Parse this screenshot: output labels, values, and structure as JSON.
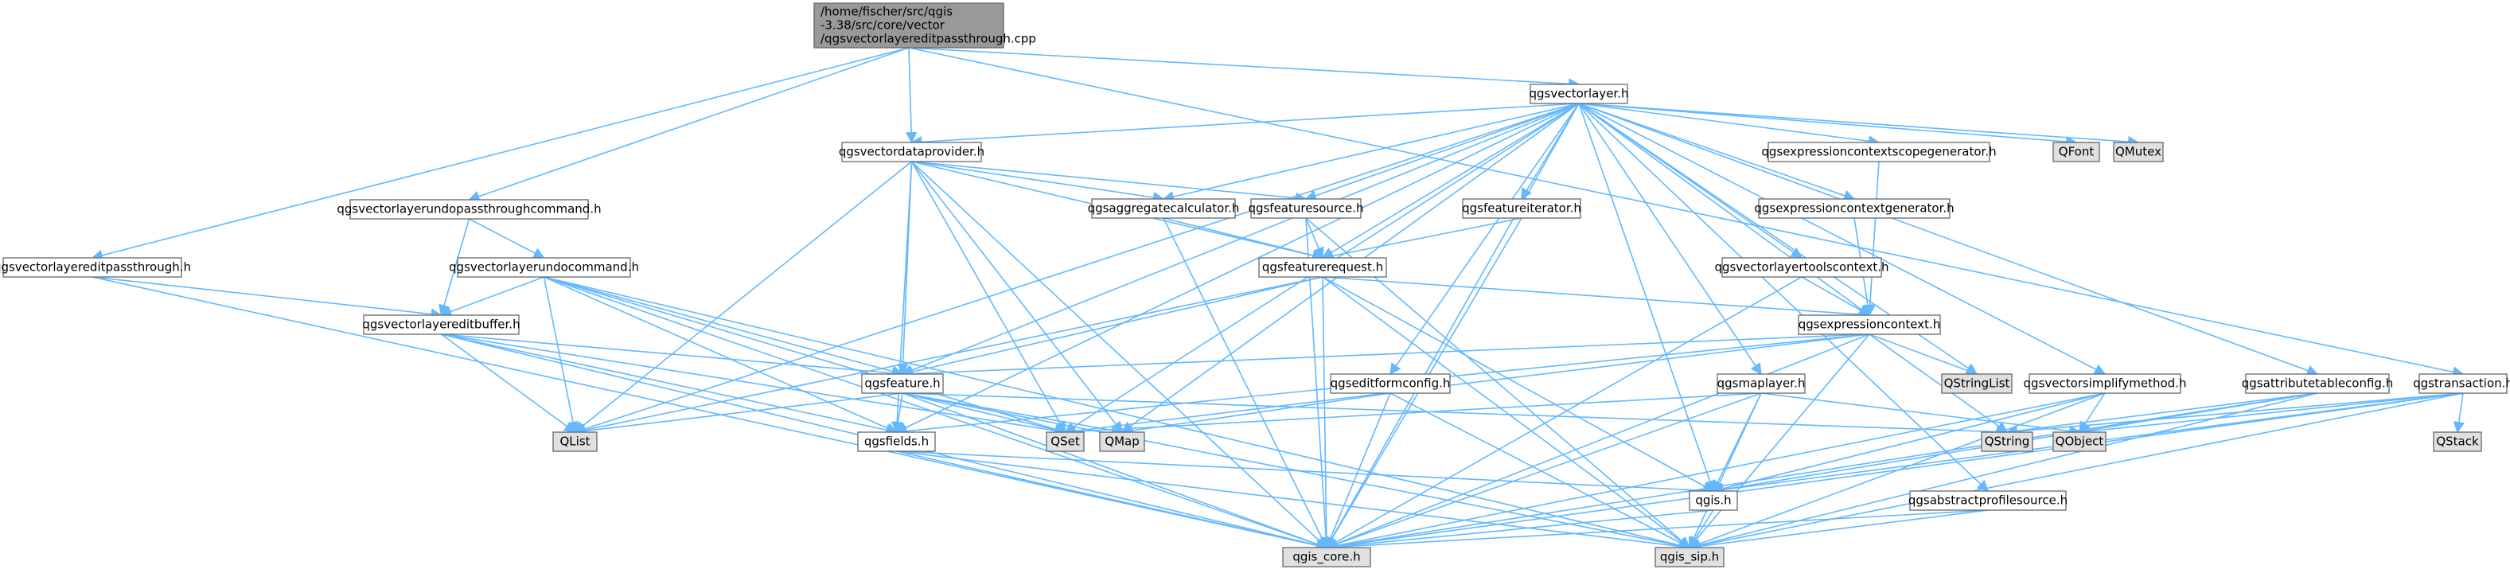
{
  "graph": {
    "colors": {
      "edge": "#63b8ff",
      "node_fill_default": "#ffffff",
      "node_fill_focus": "#999999",
      "node_fill_external": "#e0e0e0",
      "node_border_default": "#666666",
      "node_border_incomplete": "#ff0000",
      "node_border_external": "#999999"
    },
    "nodes": [
      {
        "id": "root",
        "lines": [
          "/home/fischer/src/qgis",
          "-3.38/src/core/vector",
          "/qgsvectorlayereditpassthrough.cpp"
        ],
        "style": "focus"
      },
      {
        "id": "vectorlayer",
        "lines": [
          "qgsvectorlayer.h"
        ],
        "style": "default"
      },
      {
        "id": "passthrough",
        "lines": [
          "qgsvectorlayereditpassthrough.h"
        ],
        "style": "default"
      },
      {
        "id": "undopass",
        "lines": [
          "qgsvectorlayerundopassthroughcommand.h"
        ],
        "style": "default"
      },
      {
        "id": "dataprovider",
        "lines": [
          "qgsvectordataprovider.h"
        ],
        "style": "incomplete"
      },
      {
        "id": "undocmd",
        "lines": [
          "qgsvectorlayerundocommand.h"
        ],
        "style": "incomplete"
      },
      {
        "id": "editbuffer",
        "lines": [
          "qgsvectorlayereditbuffer.h"
        ],
        "style": "incomplete"
      },
      {
        "id": "aggcalc",
        "lines": [
          "qgsaggregatecalculator.h"
        ],
        "style": "incomplete"
      },
      {
        "id": "featsource",
        "lines": [
          "qgsfeaturesource.h"
        ],
        "style": "default"
      },
      {
        "id": "featiter",
        "lines": [
          "qgsfeatureiterator.h"
        ],
        "style": "incomplete"
      },
      {
        "id": "exprscope",
        "lines": [
          "qgsexpressioncontextscopegenerator.h"
        ],
        "style": "default"
      },
      {
        "id": "exprgen",
        "lines": [
          "qgsexpressioncontextgenerator.h"
        ],
        "style": "default"
      },
      {
        "id": "qfont",
        "lines": [
          "QFont"
        ],
        "style": "external"
      },
      {
        "id": "qmutex",
        "lines": [
          "QMutex"
        ],
        "style": "external"
      },
      {
        "id": "featreq",
        "lines": [
          "qgsfeaturerequest.h"
        ],
        "style": "incomplete"
      },
      {
        "id": "vltools",
        "lines": [
          "qgsvectorlayertoolscontext.h"
        ],
        "style": "incomplete"
      },
      {
        "id": "exprctx",
        "lines": [
          "qgsexpressioncontext.h"
        ],
        "style": "incomplete"
      },
      {
        "id": "transaction",
        "lines": [
          "qgstransaction.h"
        ],
        "style": "default"
      },
      {
        "id": "feature",
        "lines": [
          "qgsfeature.h"
        ],
        "style": "incomplete"
      },
      {
        "id": "editform",
        "lines": [
          "qgseditformconfig.h"
        ],
        "style": "incomplete"
      },
      {
        "id": "maplayer",
        "lines": [
          "qgsmaplayer.h"
        ],
        "style": "incomplete"
      },
      {
        "id": "qstringlist",
        "lines": [
          "QStringList"
        ],
        "style": "external"
      },
      {
        "id": "simplify",
        "lines": [
          "qgsvectorsimplifymethod.h"
        ],
        "style": "incomplete"
      },
      {
        "id": "attrtable",
        "lines": [
          "qgsattributetableconfig.h"
        ],
        "style": "incomplete"
      },
      {
        "id": "qlist",
        "lines": [
          "QList"
        ],
        "style": "external"
      },
      {
        "id": "fields",
        "lines": [
          "qgsfields.h"
        ],
        "style": "incomplete"
      },
      {
        "id": "qset",
        "lines": [
          "QSet"
        ],
        "style": "external"
      },
      {
        "id": "qmap",
        "lines": [
          "QMap"
        ],
        "style": "external"
      },
      {
        "id": "qstring",
        "lines": [
          "QString"
        ],
        "style": "external"
      },
      {
        "id": "qobject",
        "lines": [
          "QObject"
        ],
        "style": "external"
      },
      {
        "id": "qstack",
        "lines": [
          "QStack"
        ],
        "style": "external"
      },
      {
        "id": "qgis",
        "lines": [
          "qgis.h"
        ],
        "style": "incomplete"
      },
      {
        "id": "absprofile",
        "lines": [
          "qgsabstractprofilesource.h"
        ],
        "style": "default"
      },
      {
        "id": "core",
        "lines": [
          "qgis_core.h"
        ],
        "style": "external"
      },
      {
        "id": "sip",
        "lines": [
          "qgis_sip.h"
        ],
        "style": "external"
      }
    ],
    "edges": [
      [
        "root",
        "vectorlayer"
      ],
      [
        "root",
        "passthrough"
      ],
      [
        "root",
        "undopass"
      ],
      [
        "root",
        "dataprovider"
      ],
      [
        "root",
        "transaction"
      ],
      [
        "passthrough",
        "editbuffer"
      ],
      [
        "passthrough",
        "core"
      ],
      [
        "undopass",
        "undocmd"
      ],
      [
        "undopass",
        "editbuffer"
      ],
      [
        "undocmd",
        "editbuffer"
      ],
      [
        "undocmd",
        "feature"
      ],
      [
        "undocmd",
        "fields"
      ],
      [
        "undocmd",
        "qlist"
      ],
      [
        "undocmd",
        "qset"
      ],
      [
        "undocmd",
        "core"
      ],
      [
        "undocmd",
        "sip"
      ],
      [
        "editbuffer",
        "feature"
      ],
      [
        "editbuffer",
        "fields"
      ],
      [
        "editbuffer",
        "qlist"
      ],
      [
        "editbuffer",
        "qset"
      ],
      [
        "editbuffer",
        "core"
      ],
      [
        "vectorlayer",
        "dataprovider"
      ],
      [
        "vectorlayer",
        "aggcalc"
      ],
      [
        "vectorlayer",
        "featsource"
      ],
      [
        "vectorlayer",
        "featiter"
      ],
      [
        "vectorlayer",
        "exprscope"
      ],
      [
        "vectorlayer",
        "exprgen"
      ],
      [
        "vectorlayer",
        "qfont"
      ],
      [
        "vectorlayer",
        "qmutex"
      ],
      [
        "vectorlayer",
        "featreq"
      ],
      [
        "vectorlayer",
        "vltools"
      ],
      [
        "vectorlayer",
        "exprctx"
      ],
      [
        "vectorlayer",
        "feature"
      ],
      [
        "vectorlayer",
        "editform"
      ],
      [
        "vectorlayer",
        "maplayer"
      ],
      [
        "vectorlayer",
        "qstringlist"
      ],
      [
        "vectorlayer",
        "simplify"
      ],
      [
        "vectorlayer",
        "attrtable"
      ],
      [
        "vectorlayer",
        "qlist"
      ],
      [
        "vectorlayer",
        "fields"
      ],
      [
        "vectorlayer",
        "qset"
      ],
      [
        "vectorlayer",
        "qmap"
      ],
      [
        "vectorlayer",
        "qgis"
      ],
      [
        "vectorlayer",
        "absprofile"
      ],
      [
        "vectorlayer",
        "core"
      ],
      [
        "dataprovider",
        "aggcalc"
      ],
      [
        "dataprovider",
        "featsource"
      ],
      [
        "dataprovider",
        "featreq"
      ],
      [
        "dataprovider",
        "feature"
      ],
      [
        "dataprovider",
        "qlist"
      ],
      [
        "dataprovider",
        "fields"
      ],
      [
        "dataprovider",
        "qset"
      ],
      [
        "dataprovider",
        "qmap"
      ],
      [
        "dataprovider",
        "core"
      ],
      [
        "aggcalc",
        "featreq"
      ],
      [
        "aggcalc",
        "core"
      ],
      [
        "featsource",
        "featreq"
      ],
      [
        "featsource",
        "core"
      ],
      [
        "featsource",
        "sip"
      ],
      [
        "featiter",
        "featreq"
      ],
      [
        "featiter",
        "core"
      ],
      [
        "exprscope",
        "exprctx"
      ],
      [
        "exprgen",
        "exprctx"
      ],
      [
        "featreq",
        "exprctx"
      ],
      [
        "featreq",
        "feature"
      ],
      [
        "featreq",
        "qgis"
      ],
      [
        "featreq",
        "qlist"
      ],
      [
        "featreq",
        "core"
      ],
      [
        "featreq",
        "sip"
      ],
      [
        "vltools",
        "exprctx"
      ],
      [
        "vltools",
        "core"
      ],
      [
        "exprctx",
        "feature"
      ],
      [
        "exprctx",
        "fields"
      ],
      [
        "exprctx",
        "qstringlist"
      ],
      [
        "exprctx",
        "qset"
      ],
      [
        "exprctx",
        "qstring"
      ],
      [
        "exprctx",
        "core"
      ],
      [
        "exprctx",
        "sip"
      ],
      [
        "feature",
        "fields"
      ],
      [
        "feature",
        "qlist"
      ],
      [
        "feature",
        "qset"
      ],
      [
        "feature",
        "qmap"
      ],
      [
        "feature",
        "qstring"
      ],
      [
        "feature",
        "core"
      ],
      [
        "feature",
        "sip"
      ],
      [
        "editform",
        "qmap"
      ],
      [
        "editform",
        "core"
      ],
      [
        "editform",
        "sip"
      ],
      [
        "maplayer",
        "qgis"
      ],
      [
        "maplayer",
        "qset"
      ],
      [
        "maplayer",
        "qobject"
      ],
      [
        "maplayer",
        "core"
      ],
      [
        "maplayer",
        "sip"
      ],
      [
        "simplify",
        "qgis"
      ],
      [
        "simplify",
        "qobject"
      ],
      [
        "simplify",
        "core"
      ],
      [
        "simplify",
        "sip"
      ],
      [
        "attrtable",
        "qgis"
      ],
      [
        "attrtable",
        "qstring"
      ],
      [
        "attrtable",
        "core"
      ],
      [
        "attrtable",
        "sip"
      ],
      [
        "transaction",
        "qstack"
      ],
      [
        "transaction",
        "qobject"
      ],
      [
        "transaction",
        "qstring"
      ],
      [
        "transaction",
        "qgis"
      ],
      [
        "transaction",
        "core"
      ],
      [
        "transaction",
        "sip"
      ],
      [
        "fields",
        "qgis"
      ],
      [
        "fields",
        "core"
      ],
      [
        "fields",
        "sip"
      ],
      [
        "qgis",
        "core"
      ],
      [
        "qgis",
        "sip"
      ],
      [
        "absprofile",
        "core"
      ],
      [
        "absprofile",
        "sip"
      ]
    ]
  }
}
